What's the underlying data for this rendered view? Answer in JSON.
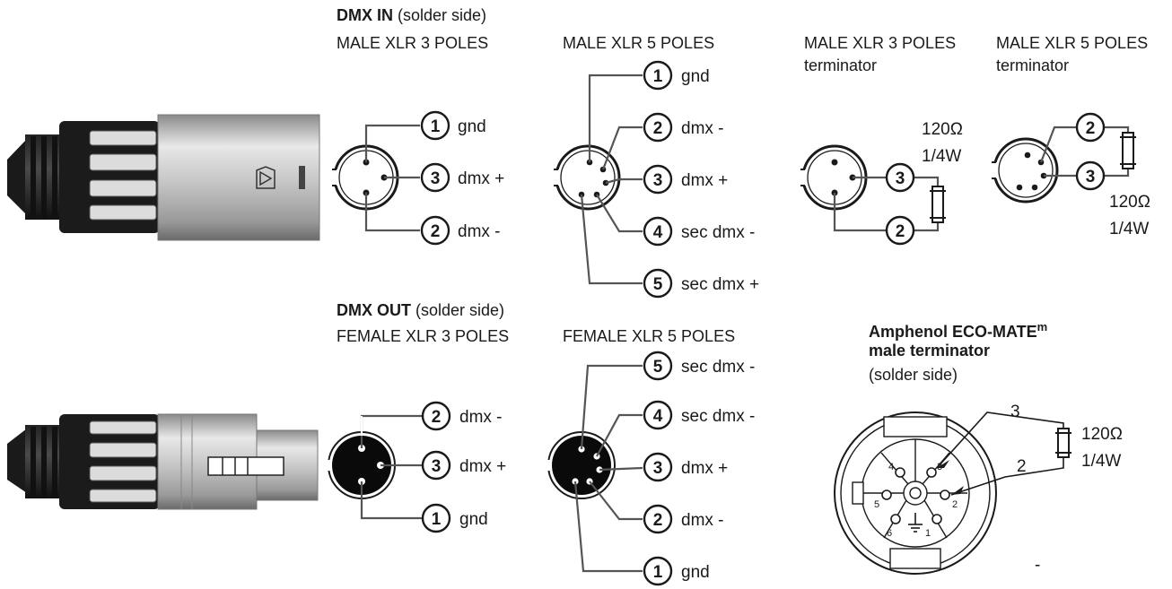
{
  "sections": {
    "dmx_in": {
      "title_bold": "DMX IN",
      "title_rest": " (solder side)",
      "male3": {
        "title": "MALE XLR 3 POLES",
        "pins": [
          {
            "num": "1",
            "label": "gnd"
          },
          {
            "num": "3",
            "label": "dmx +"
          },
          {
            "num": "2",
            "label": "dmx -"
          }
        ]
      },
      "male5": {
        "title": "MALE XLR 5 POLES",
        "pins": [
          {
            "num": "1",
            "label": "gnd"
          },
          {
            "num": "2",
            "label": "dmx -"
          },
          {
            "num": "3",
            "label": "dmx +"
          },
          {
            "num": "4",
            "label": "sec dmx -"
          },
          {
            "num": "5",
            "label": "sec dmx +"
          }
        ]
      },
      "term3": {
        "title": "MALE XLR 3 POLES",
        "subtitle": "terminator",
        "resistor": "120Ω",
        "power": "1/4W",
        "pins": [
          "3",
          "2"
        ]
      },
      "term5": {
        "title": "MALE XLR 5 POLES",
        "subtitle": "terminator",
        "resistor": "120Ω",
        "power": "1/4W",
        "pins": [
          "2",
          "3"
        ]
      }
    },
    "dmx_out": {
      "title_bold": "DMX OUT",
      "title_rest": " (solder side)",
      "female3": {
        "title": "FEMALE XLR 3 POLES",
        "pins": [
          {
            "num": "2",
            "label": "dmx -"
          },
          {
            "num": "3",
            "label": "dmx +"
          },
          {
            "num": "1",
            "label": "gnd"
          }
        ]
      },
      "female5": {
        "title": "FEMALE XLR 5 POLES",
        "pins": [
          {
            "num": "5",
            "label": "sec dmx -"
          },
          {
            "num": "4",
            "label": "sec dmx -"
          },
          {
            "num": "3",
            "label": "dmx +"
          },
          {
            "num": "2",
            "label": "dmx -"
          },
          {
            "num": "1",
            "label": "gnd"
          }
        ]
      }
    },
    "amphenol": {
      "title1": "Amphenol ECO-MATE",
      "title1_sup": "m",
      "title2": "male terminator",
      "subtitle": "(solder side)",
      "resistor": "120Ω",
      "power": "1/4W",
      "wire_labels": [
        "3",
        "2"
      ],
      "pin_labels": [
        "4",
        "3",
        "5",
        "2",
        "6",
        "1"
      ],
      "dash": "-"
    }
  }
}
